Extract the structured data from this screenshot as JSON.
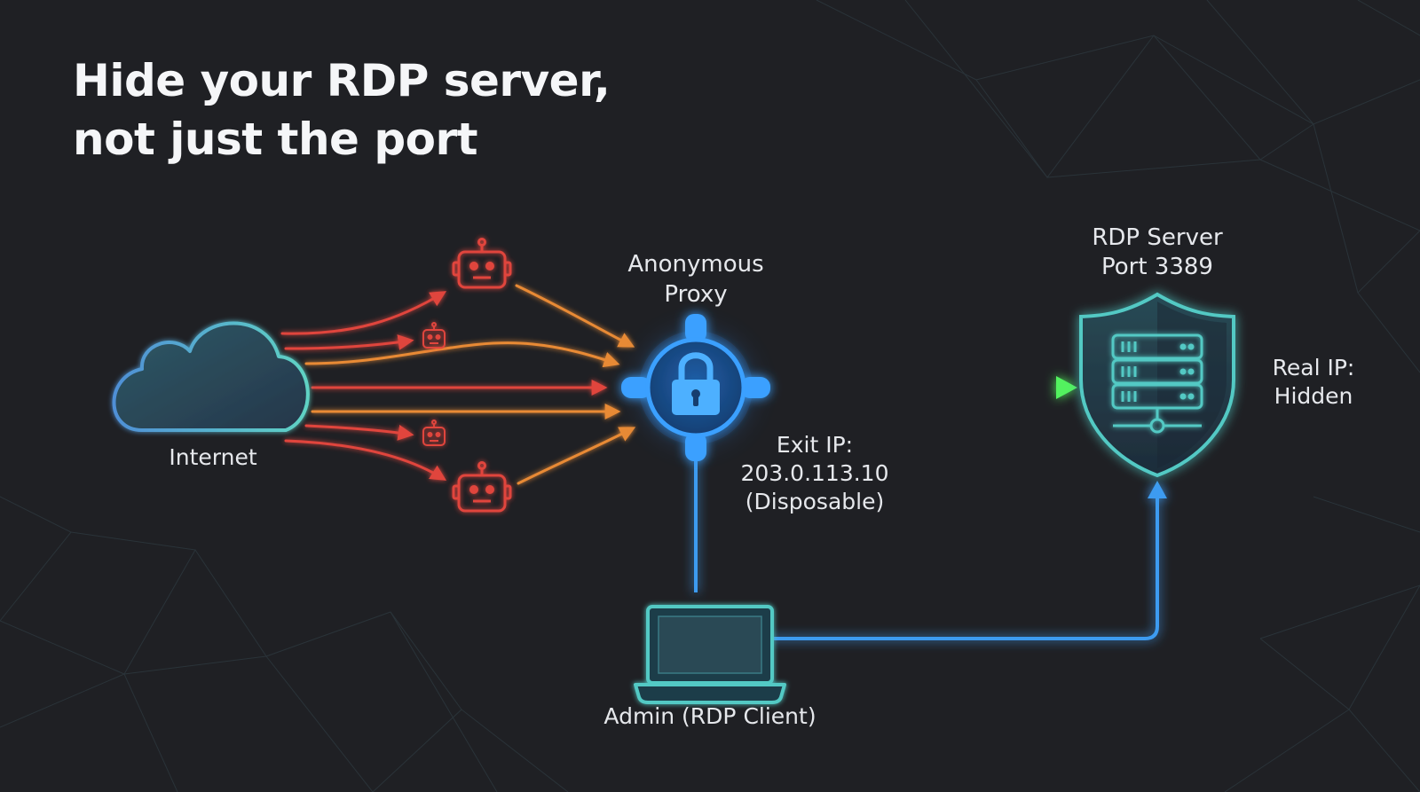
{
  "title": {
    "line1": "Hide your RDP server,",
    "line2": "not just the port"
  },
  "nodes": {
    "internet": {
      "label": "Internet",
      "icon": "cloud-icon"
    },
    "proxy": {
      "label_line1": "Anonymous",
      "label_line2": "Proxy",
      "icon": "lock-icon"
    },
    "server": {
      "label_line1": "RDP Server",
      "label_line2": "Port 3389",
      "icon": "shield-server-icon"
    },
    "admin": {
      "label": "Admin (RDP Client)",
      "icon": "laptop-icon"
    }
  },
  "annotations": {
    "exit_ip": {
      "line1": "Exit IP:",
      "line2": "203.0.113.10",
      "line3": "(Disposable)"
    },
    "real_ip": {
      "line1": "Real IP:",
      "line2": "Hidden"
    }
  },
  "colors": {
    "background": "#1f2024",
    "attack_red": "#e0453c",
    "attack_orange": "#e88a35",
    "secure_green": "#3ee05a",
    "admin_blue": "#3d9bf0",
    "cloud_teal": "#4ec6c9",
    "shield_teal": "#52c9c4",
    "proxy_blue": "#3aa0ff"
  }
}
